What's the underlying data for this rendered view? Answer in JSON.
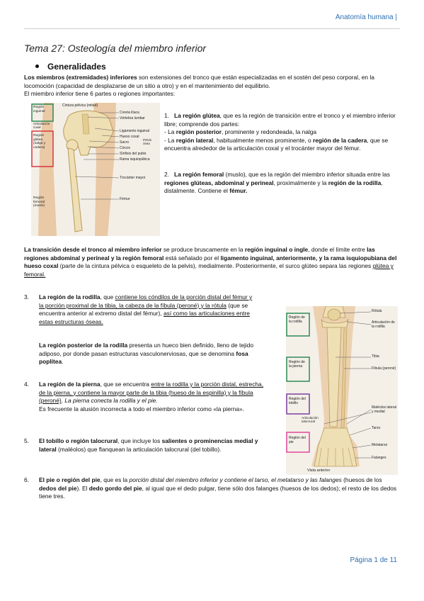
{
  "header": {
    "text": "Anatomía humana |"
  },
  "title": "Tema 27: Osteología del miembro inferior",
  "section": "Generalidades",
  "intro": {
    "a": "Los miembros (extremidades) inferiores",
    "b": " son extensiones del tronco que están especializadas en el sostén del peso corporal, en la locomoción (capacidad de desplazarse de un sitio a otro) y en el mantenimiento del equilibrio.",
    "c": "El miembro inferior tiene 6 partes o regiones importantes:"
  },
  "figure1": {
    "labels": {
      "cintura": "Cintura pélvica (mitad)",
      "cresta": "Cresta ilíaca",
      "vertebra": "Vértebra lumbar",
      "ligamento": "Ligamento inguinal",
      "coxal": "Hueso coxal",
      "sacro": "Sacro",
      "coccix": "Cóccix",
      "pelvis": "Pelvis ósea",
      "sinfisis": "Sínfisis del pubis",
      "rama": "Rama isquiopúbica",
      "trocanter": "Trocánter mayor",
      "femur": "Fémur"
    },
    "regions": {
      "inguinal": "Región inguinal",
      "articulacion": "Articulación coxal",
      "glutea": "Región glútea (nalga y cadera)",
      "femoral": "Región femoral (muslo)"
    }
  },
  "list1": {
    "p1_num": "1.",
    "p1_a": "La región glútea",
    "p1_b": ", que es la región de transición entre el tronco y el miembro inferior libre; comprende dos partes:",
    "p1_c": "- La ",
    "p1_d": "región posterior",
    "p1_e": ", prominente y redondeada, la nalga",
    "p1_f": "- La ",
    "p1_g": "región lateral",
    "p1_h": ", habitualmente menos prominente, o ",
    "p1_i": "región de la cadera",
    "p1_j": ", que se encuentra alrededor de la articulación coxal y el trocánter mayor del fémur.",
    "p2_num": "2.",
    "p2_a": "La región femoral",
    "p2_b": " (muslo)",
    "p2_c": ", que es la región del miembro inferior situada entre las ",
    "p2_d": "regiones glúteas, abdominal y perineal",
    "p2_e": ", proximalmente y la ",
    "p2_f": "región de la rodilla",
    "p2_g": ", distalmente. Contiene el ",
    "p2_h": "fémur."
  },
  "transition": {
    "a": "La transición desde el tronco al miembro inferior",
    "b": " se produce bruscamente en la ",
    "c": "región inguinal o ingle",
    "d": ", donde el límite entre ",
    "e": "las regiones abdominal y perineal y la región femoral",
    "f": " está señalado por el ",
    "g": "ligamento inguinal, anteriormente, y la rama isquiopubiana del hueso coxal",
    "h": " (parte de la cintura pélvica o esqueleto de la pelvis), medialmente. Posteriormente, el surco glúteo separa las regiones ",
    "i": "glútea y femoral."
  },
  "list2": {
    "p3_num": "3.",
    "p3_a": "La región de la rodilla",
    "p3_b": ", que ",
    "p3_c": "contiene los cóndilos de la porción distal del fémur y la porción proximal de la tibia, la cabeza de la fíbula (peroné) y la rótula",
    "p3_d": " (que se encuentra anterior al extremo distal del fémur), ",
    "p3_e": "así como las articulaciones entre estas estructuras óseas.",
    "p3_f": "La región posterior de la rodilla",
    "p3_g": " presenta un hueco bien definido, lleno de tejido adiposo, por donde pasan estructuras vasculonerviosas, que se denomina ",
    "p3_h": "fosa poplítea",
    "p3_i": ".",
    "p4_num": "4.",
    "p4_a": "La región de la pierna",
    "p4_b": ", que se encuentra ",
    "p4_c": "entre la rodilla y la porción distal, estrecha, de la pierna, y contiene la mayor parte de la tibia (hueso de la espinilla) y la fíbula (peroné)",
    "p4_d": ". ",
    "p4_e": "La pierna conecta la rodilla y el pie.",
    "p4_f": "Es frecuente la alusión incorrecta a todo el miembro inferior como «la pierna».",
    "p5_num": "5.",
    "p5_a": "El tobillo o región talocrural",
    "p5_b": ", que incluye los ",
    "p5_c": "salientes o prominencias medial y lateral",
    "p5_d": " (maléolos) que flanquean la articulación talocrural (del tobillo).",
    "p6_num": "6.",
    "p6_a": "El pie o región del pie",
    "p6_b": ", que es la ",
    "p6_c": "porción distal del miembro inferior y contiene el tarso, el metatarso y las falanges",
    "p6_d": " (huesos de los ",
    "p6_e": "dedos del pie",
    "p6_f": "). El ",
    "p6_g": "dedo gordo del pie",
    "p6_h": ", al igual que el dedo pulgar, tiene sólo dos falanges (huesos de los dedos); el resto de los dedos tiene tres."
  },
  "figure2": {
    "labels": {
      "rotula": "Rótula",
      "artrodilla": "Articulación de la rodilla",
      "tibia": "Tibia",
      "fibula": "Fíbula (peroné)",
      "maleolos": "Maléolos lateral y medial",
      "tarso": "Tarso",
      "metatarso": "Metatarso",
      "falanges": "Falanges",
      "vista": "Vista anterior"
    },
    "regions": {
      "rodilla": "Región de la rodilla",
      "pierna": "Región de la pierna",
      "tobillo": "Región del tobillo",
      "talocrural": "Articulación talocrural",
      "pie": "Región del pie"
    },
    "colors": {
      "knee": "#2e8b57",
      "leg": "#2e8b57",
      "ankle": "#7b3fa0",
      "foot": "#e0479e"
    }
  },
  "footer": {
    "text": "Página 1 de 11"
  }
}
